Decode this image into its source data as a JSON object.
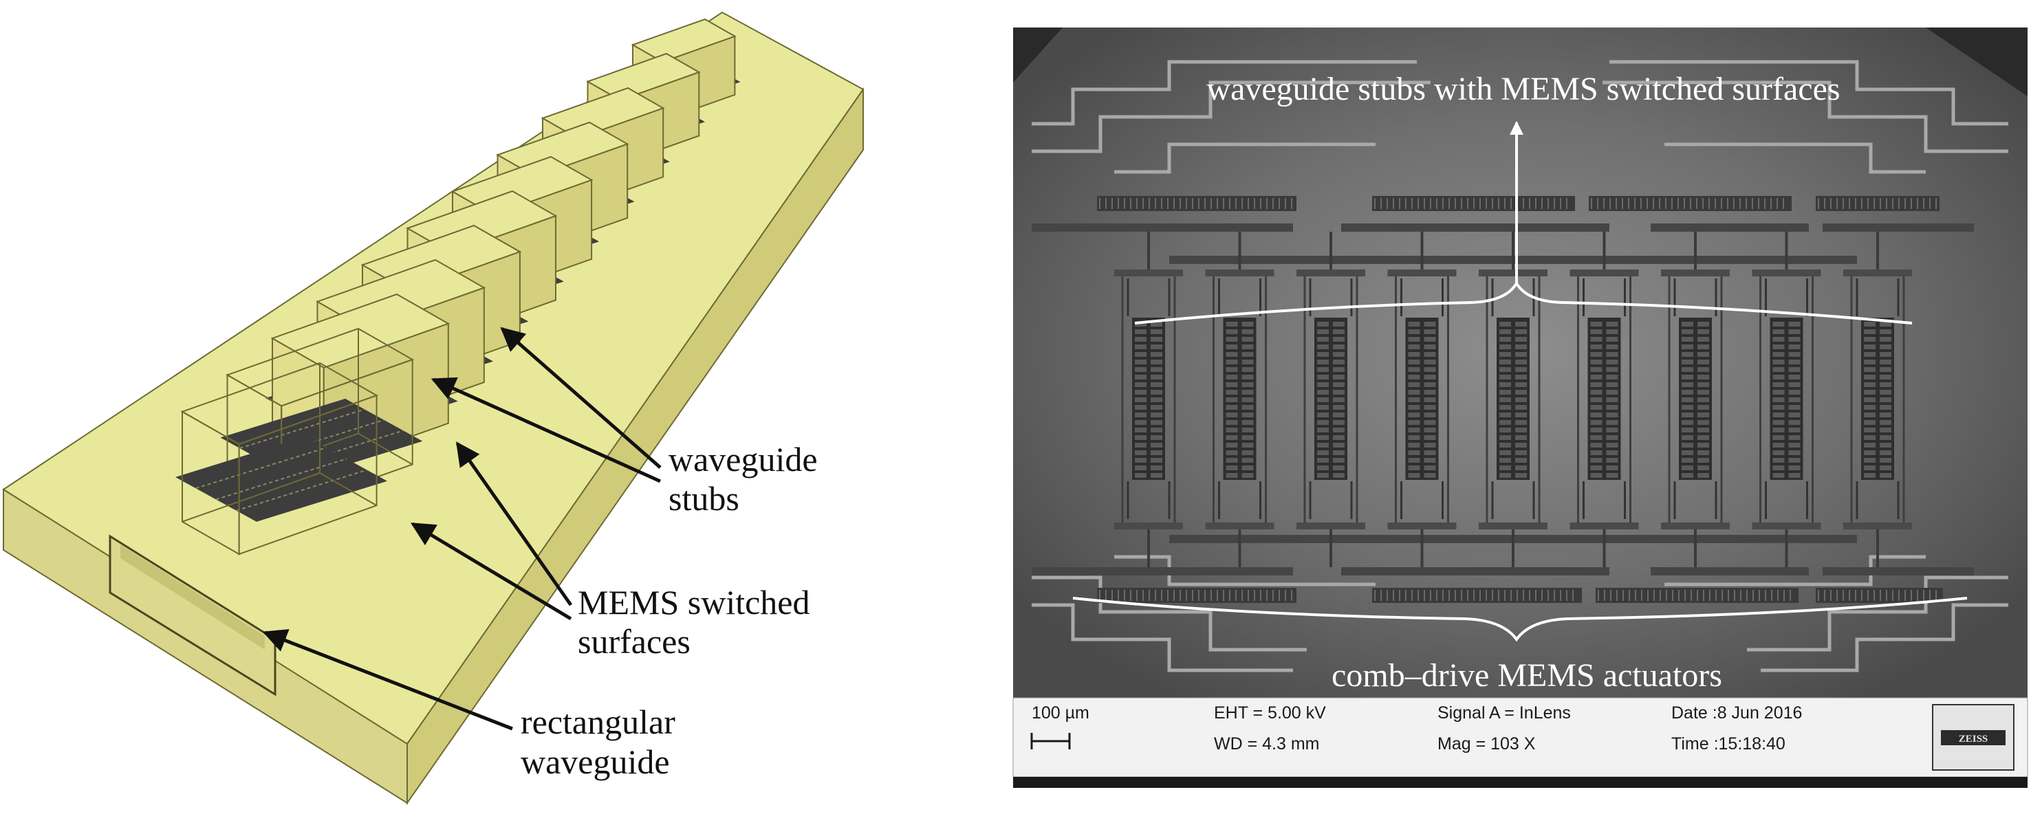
{
  "left_panel": {
    "labels": {
      "stubs_line1": "waveguide",
      "stubs_line2": "stubs",
      "mems_line1": "MEMS switched",
      "mems_line2": "surfaces",
      "wg_line1": "rectangular",
      "wg_line2": "waveguide"
    },
    "stub_count": 11,
    "colors": {
      "body": "#e8e89a",
      "side": "#d4d07e",
      "edge": "#6e6a35",
      "pad": "#3d3d3d"
    }
  },
  "right_panel": {
    "top_label": "waveguide stubs with MEMS switched surfaces",
    "bottom_label": "comb–drive MEMS actuators",
    "actuator_count": 9,
    "info_bar": {
      "scale": "100 µm",
      "eht": "EHT =  5.00 kV",
      "wd": "WD =  4.3 mm",
      "signal": "Signal A = InLens",
      "mag": "Mag =    103 X",
      "date": "Date :8 Jun 2016",
      "time": "Time :15:18:40",
      "logo": "ZEISS"
    }
  }
}
